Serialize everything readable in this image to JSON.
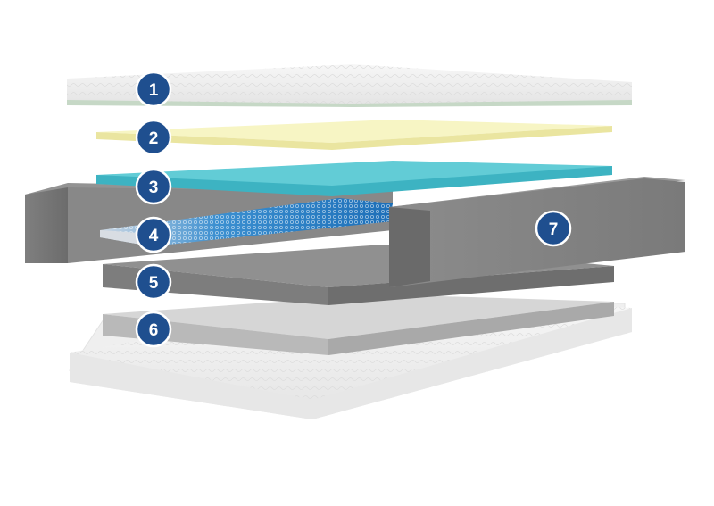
{
  "layers": [
    {
      "number": "1",
      "color": "#e9e9e9"
    },
    {
      "number": "2",
      "color": "#f6f4bf"
    },
    {
      "number": "3",
      "color": "#57c7d2"
    },
    {
      "number": "4",
      "color": "#2f88c6"
    },
    {
      "number": "5",
      "color": "#858585"
    },
    {
      "number": "6",
      "color": "#b4b4b4"
    },
    {
      "number": "7",
      "color": "#7a7a7a"
    }
  ],
  "badge": {
    "fill": "#1f4f8f",
    "stroke": "#ffffff"
  }
}
